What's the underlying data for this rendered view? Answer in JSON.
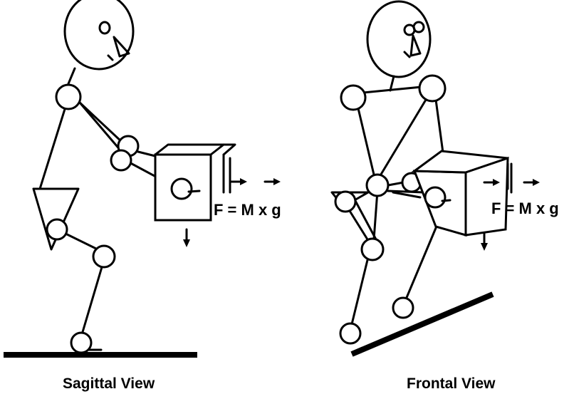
{
  "sagittal": {
    "force_label": "F = M x g",
    "caption": "Sagittal View"
  },
  "frontal": {
    "force_label": "F = M x g",
    "caption": "Frontal View"
  },
  "colors": {
    "ink": "#000000",
    "background": "#ffffff"
  }
}
